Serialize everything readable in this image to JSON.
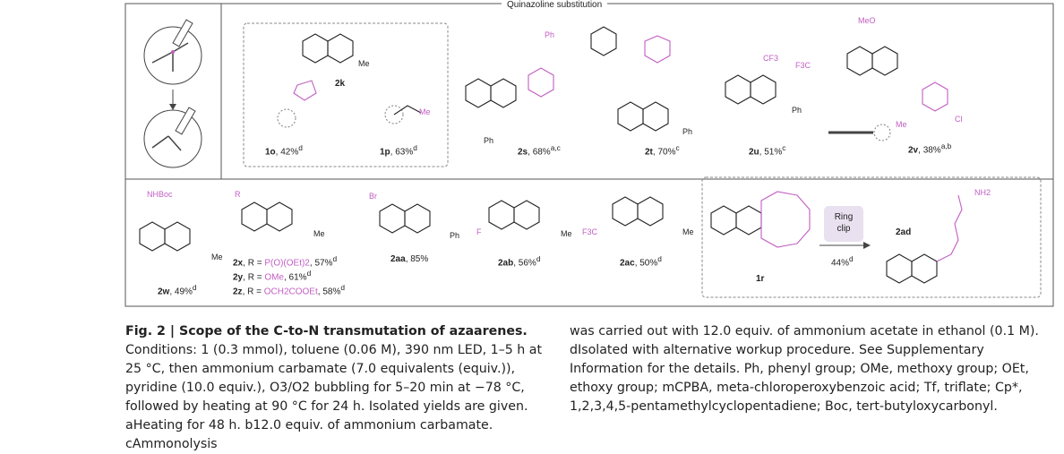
{
  "header": {
    "section_title": "Quinazoline substitution"
  },
  "compounds": {
    "k2": {
      "id": "2k",
      "sub": "Me"
    },
    "o1": {
      "id": "1o",
      "yield": "42%",
      "sup": "d"
    },
    "p1": {
      "id": "1p",
      "yield": "63%",
      "sup": "d",
      "sub": "Me"
    },
    "s2": {
      "id": "2s",
      "yield": "68%",
      "sup": "a,c",
      "ph": "Ph",
      "nph": "Ph"
    },
    "t2": {
      "id": "2t",
      "yield": "70%",
      "sup": "c",
      "ph": "Ph"
    },
    "u2": {
      "id": "2u",
      "yield": "51%",
      "sup": "c",
      "ph": "Ph",
      "cf3": "CF3"
    },
    "v2": {
      "id": "2v",
      "yield": "38%",
      "sup": "a,b",
      "meo": "MeO",
      "f3co": "F3C",
      "cl": "Cl",
      "me": "Me"
    },
    "w2": {
      "id": "2w",
      "yield": "49%",
      "sup": "d",
      "nhboc": "NHBoc",
      "me": "Me"
    },
    "x2": {
      "id": "2x",
      "r_eq": "R = ",
      "r": "P(O)(OEt)2",
      "yield": "57%",
      "sup": "d",
      "rlabel": "R",
      "me": "Me"
    },
    "y2": {
      "id": "2y",
      "r_eq": "R = ",
      "r": "OMe",
      "yield": "61%",
      "sup": "d"
    },
    "z2": {
      "id": "2z",
      "r_eq": "R = ",
      "r": "OCH2COOEt",
      "yield": "58%",
      "sup": "d"
    },
    "aa2": {
      "id": "2aa",
      "yield": "85%",
      "br": "Br",
      "ph": "Ph"
    },
    "ab2": {
      "id": "2ab",
      "yield": "56%",
      "sup": "d",
      "f": "F",
      "me": "Me"
    },
    "ac2": {
      "id": "2ac",
      "yield": "50%",
      "sup": "d",
      "f3c": "F3C",
      "me": "Me"
    },
    "r1": {
      "id": "1r"
    },
    "ad2": {
      "id": "2ad",
      "nh2": "NH2"
    }
  },
  "ring_clip": {
    "line1": "Ring",
    "line2": "clip",
    "yield": "44%",
    "sup": "d"
  },
  "caption": {
    "fig_label": "Fig. 2 | Scope of the C-to-N transmutation of azaarenes.",
    "left_text": "Conditions: 1 (0.3 mmol), toluene (0.06 M), 390 nm LED, 1–5 h at 25 °C, then ammonium carbamate (7.0 equivalents (equiv.)), pyridine (10.0 equiv.), O3/O2 bubbling for 5–20 min at −78 °C, followed by heating at 90 °C for 24 h. Isolated yields are given. aHeating for 48 h. b12.0 equiv. of ammonium carbamate. cAmmonolysis",
    "right_text": "was carried out with 12.0 equiv. of ammonium acetate in ethanol (0.1 M). dIsolated with alternative workup procedure. See Supplementary Information for the details. Ph, phenyl group; OMe, methoxy group; OEt, ethoxy group; mCPBA, meta-chloroperoxybenzoic acid; Tf, triflate; Cp*, 1,2,3,4,5-pentamethylcyclopentadiene; Boc, tert-butyloxycarbonyl."
  },
  "colors": {
    "accent": "#c25ec2",
    "frame": "#555555",
    "clip_bg": "#e9e1ef"
  }
}
